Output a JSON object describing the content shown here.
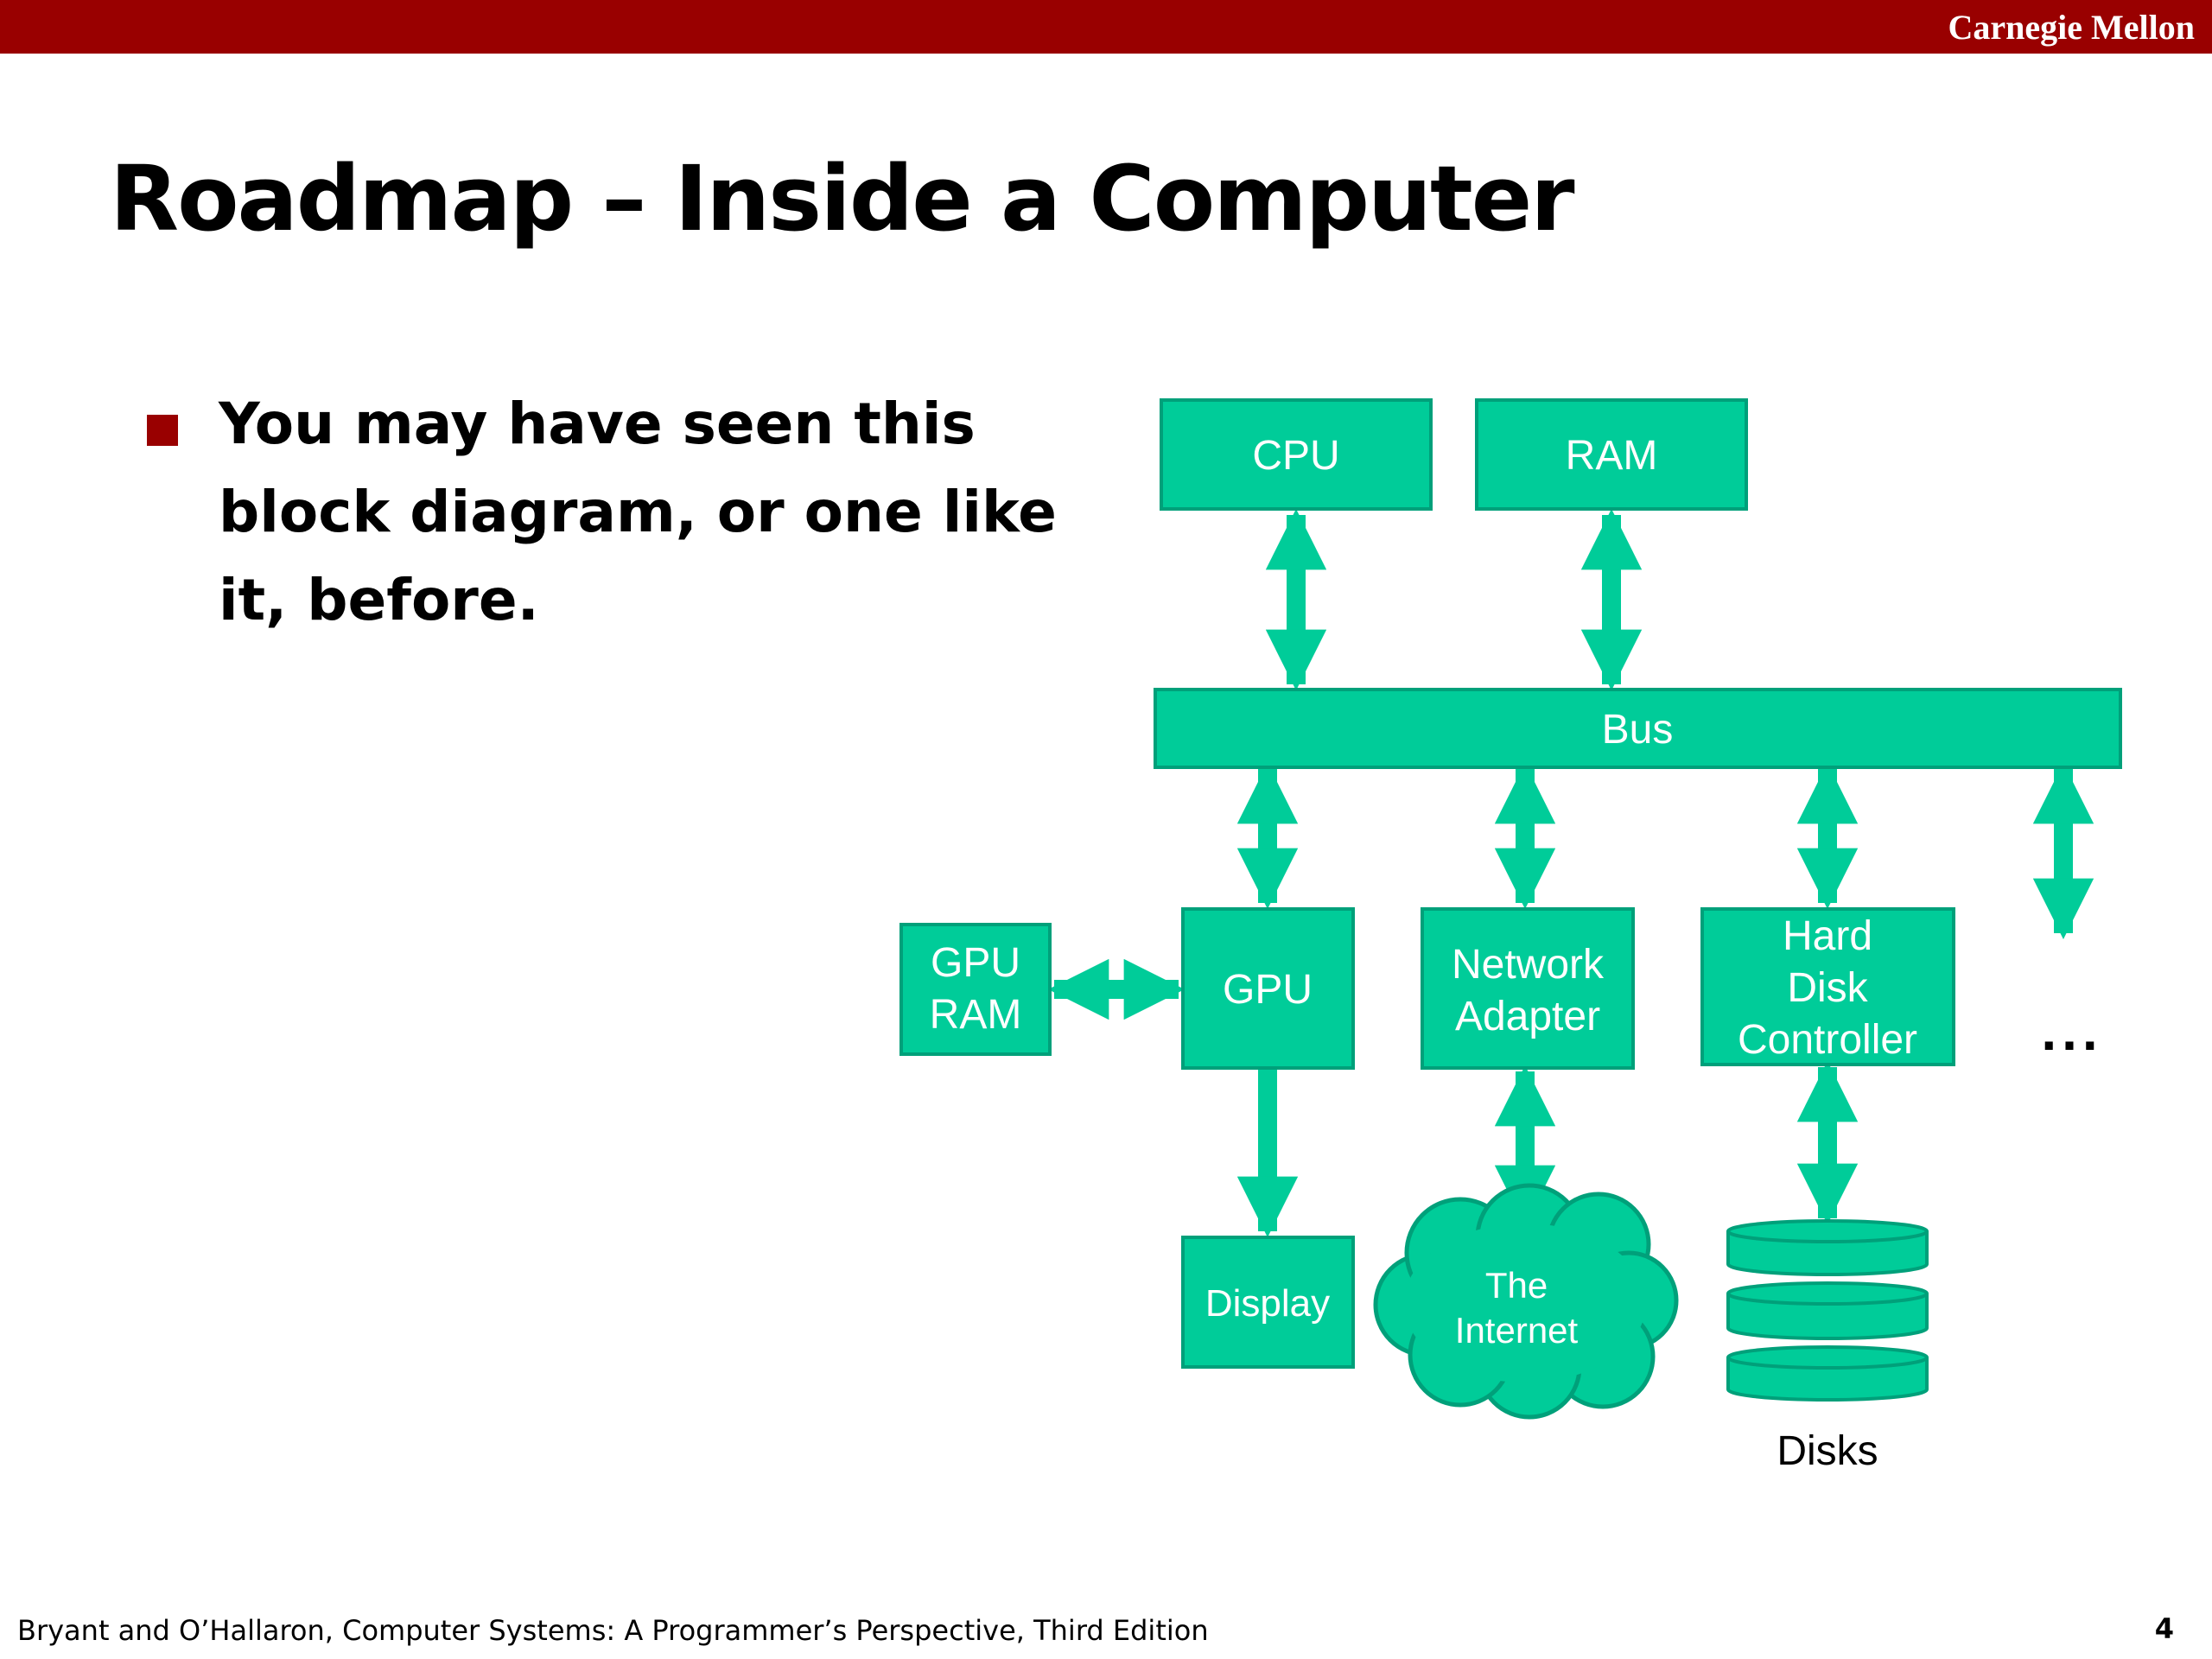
{
  "header": {
    "brand": "Carnegie Mellon"
  },
  "slide": {
    "title": "Roadmap – Inside a Computer",
    "bullet": "You may have seen this block diagram, or one like it, before."
  },
  "diagram": {
    "colors": {
      "fill": "#00cc99",
      "stroke": "#00a07a",
      "label": "#ffffff"
    },
    "cpu": "CPU",
    "ram": "RAM",
    "bus": "Bus",
    "gpu_ram": [
      "GPU",
      "RAM"
    ],
    "gpu": "GPU",
    "network_adapter": [
      "Network",
      "Adapter"
    ],
    "hard_disk_controller": [
      "Hard",
      "Disk",
      "Controller"
    ],
    "ellipsis": "...",
    "display": "Display",
    "internet": [
      "The",
      "Internet"
    ],
    "disks": "Disks"
  },
  "footer": {
    "citation": "Bryant and O’Hallaron, Computer Systems: A Programmer’s Perspective, Third Edition",
    "page_number": "4"
  }
}
